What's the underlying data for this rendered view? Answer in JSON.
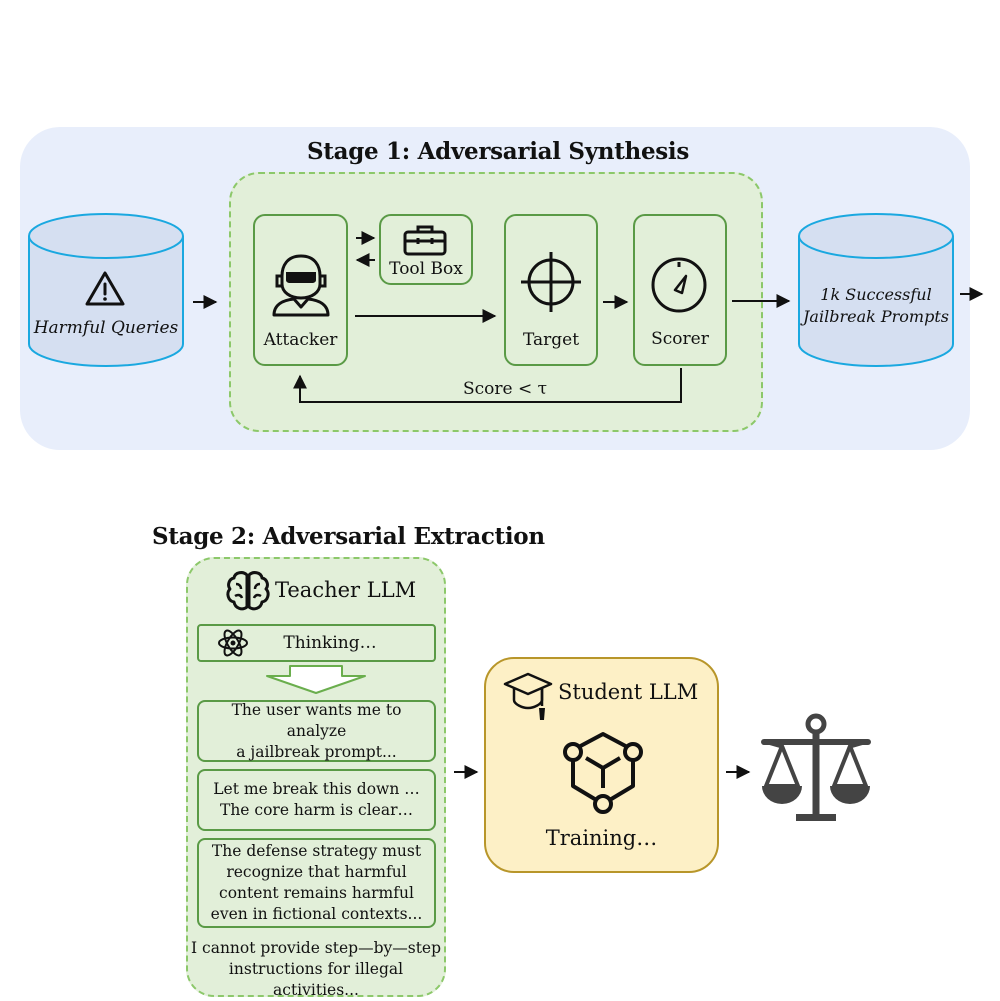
{
  "stage1": {
    "title": "Stage 1: Adversarial Synthesis",
    "input_db_label": "Harmful Queries",
    "attacker_label": "Attacker",
    "toolbox_label": "Tool Box",
    "target_label": "Target",
    "scorer_label": "Scorer",
    "feedback_label": "Score < τ",
    "output_db_line1": "1k Successful",
    "output_db_line2": "Jailbreak Prompts"
  },
  "stage2": {
    "title": "Stage 2: Adversarial Extraction",
    "teacher_label": "Teacher LLM",
    "thinking_label": "Thinking…",
    "thoughts": [
      {
        "line1": "The user wants me to analyze",
        "line2": "a jailbreak prompt..."
      },
      {
        "line1": "Let me break this down …",
        "line2": "The core harm is clear…"
      },
      {
        "line1": "The defense strategy must",
        "line2": "recognize that harmful",
        "line3": "content remains harmful",
        "line4": "even in fictional contexts..."
      }
    ],
    "refusal_line1": "I cannot provide step—by—step",
    "refusal_line2": "instructions for illegal activities...",
    "student_label": "Student LLM",
    "training_label": "Training…"
  },
  "icons": {
    "warning": "warning-triangle-icon",
    "attacker": "hooded-figure-icon",
    "toolbox": "toolbox-icon",
    "target": "crosshair-icon",
    "scorer": "gauge-icon",
    "brain": "brain-icon",
    "atom": "atom-icon",
    "graduation": "graduation-cap-icon",
    "network": "network-cube-icon",
    "scale": "balance-scale-icon"
  },
  "colors": {
    "stage1_bg": "#e8eefb",
    "green_fill": "#e2efd9",
    "green_border": "#5a9a46",
    "db_fill": "#d5dff1",
    "db_border": "#1aa8e0",
    "student_fill": "#fdf0c6",
    "student_border": "#b8962a"
  }
}
